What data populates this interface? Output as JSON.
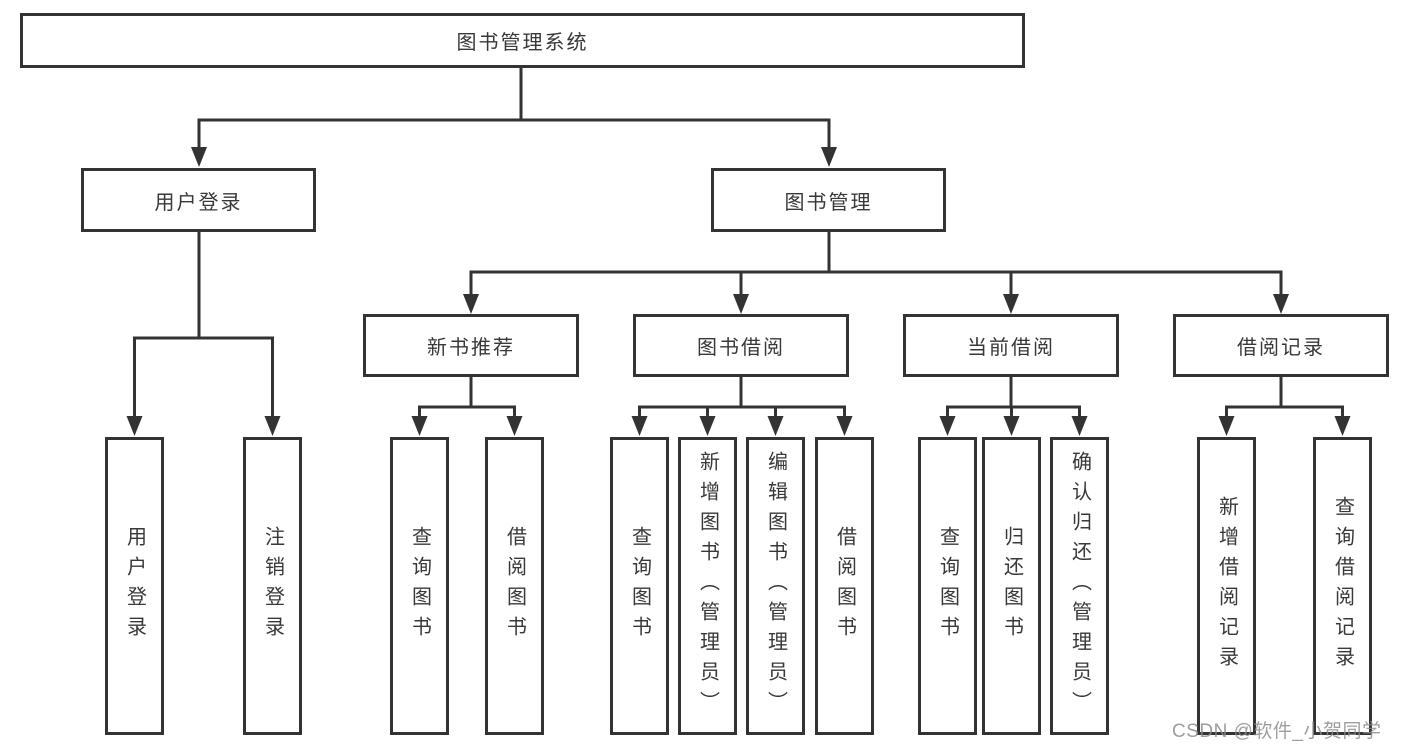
{
  "tree": {
    "label": "图书管理系统",
    "children": [
      {
        "label": "用户登录",
        "children": [
          {
            "label": "用户登录"
          },
          {
            "label": "注销登录"
          }
        ]
      },
      {
        "label": "图书管理",
        "children": [
          {
            "label": "新书推荐",
            "children": [
              {
                "label": "查询图书"
              },
              {
                "label": "借阅图书"
              }
            ]
          },
          {
            "label": "图书借阅",
            "children": [
              {
                "label": "查询图书"
              },
              {
                "label": "新增图书（管理员）"
              },
              {
                "label": "编辑图书（管理员）"
              },
              {
                "label": "借阅图书"
              }
            ]
          },
          {
            "label": "当前借阅",
            "children": [
              {
                "label": "查询图书"
              },
              {
                "label": "归还图书"
              },
              {
                "label": "确认归还（管理员）"
              }
            ]
          },
          {
            "label": "借阅记录",
            "children": [
              {
                "label": "新增借阅记录"
              },
              {
                "label": "查询借阅记录"
              }
            ]
          }
        ]
      }
    ]
  },
  "colors": {
    "line": "#333333",
    "text": "#383838",
    "background": "#ffffff",
    "watermark": "#8c8c8c"
  },
  "watermark": {
    "text": "CSDN @软件_小贺同学"
  }
}
